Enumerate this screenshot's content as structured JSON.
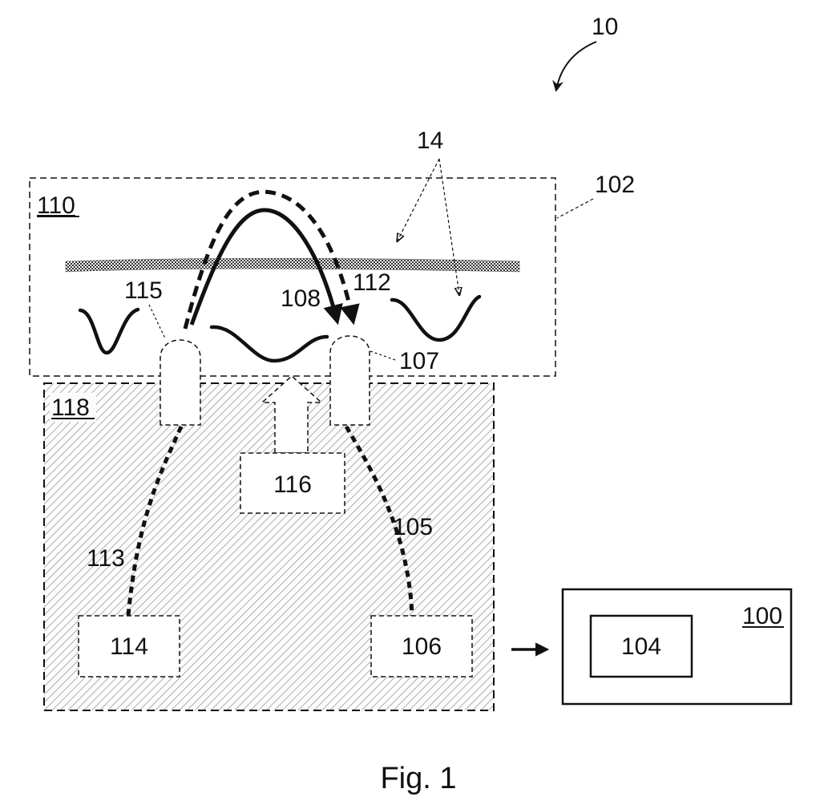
{
  "figure": {
    "caption": "Fig. 1",
    "labels": {
      "system": "10",
      "structures": "14",
      "tissue": "102",
      "tissue_region": "110",
      "probe_region": "118",
      "processor_box": "100",
      "processor_inner": "104",
      "detector": "106",
      "detector_fiber": "105",
      "detector_tip": "107",
      "emitted_path": "108",
      "reflected_path": "112",
      "source_fiber": "113",
      "source": "114",
      "source_tip": "115",
      "stimulator": "116"
    }
  },
  "colors": {
    "ink": "#111111",
    "hatch": "#9a9a9a",
    "background": "#ffffff"
  }
}
